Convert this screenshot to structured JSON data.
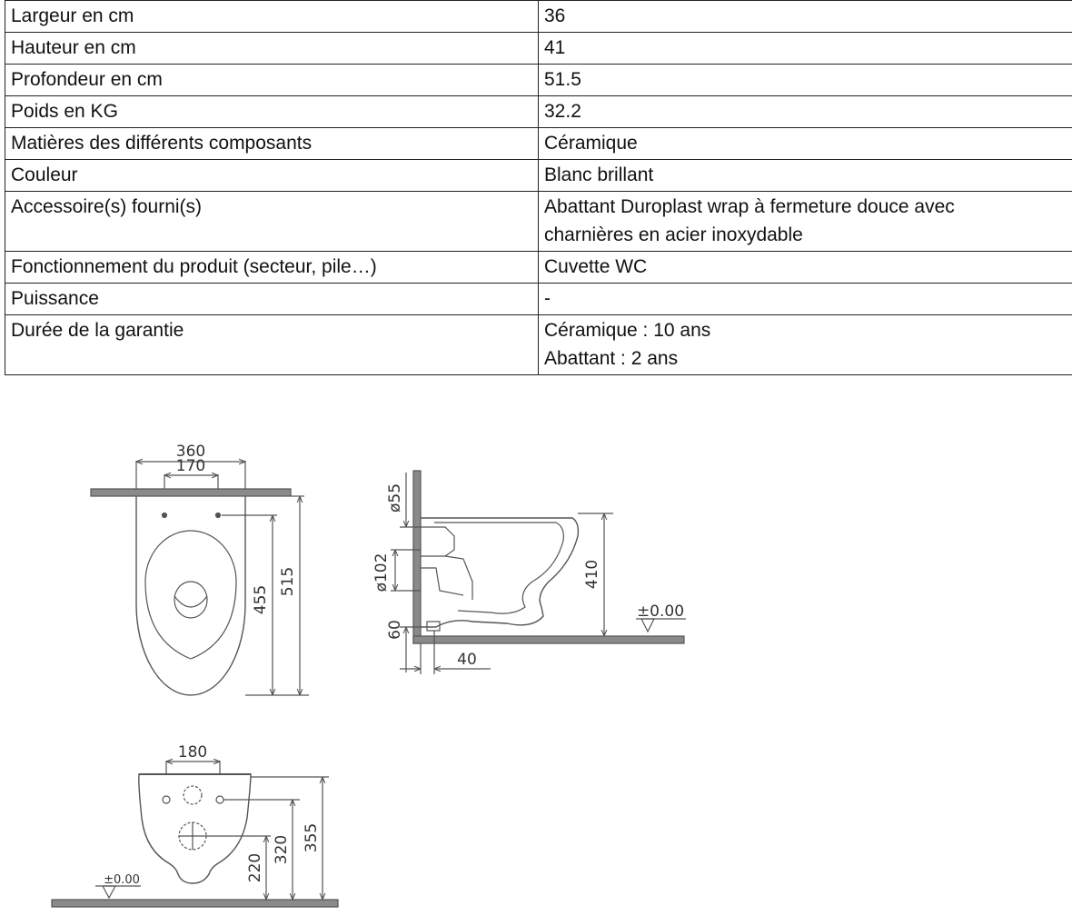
{
  "specs": [
    {
      "label": "Largeur en cm",
      "value": "36"
    },
    {
      "label": "Hauteur en cm",
      "value": "41"
    },
    {
      "label": "Profondeur en cm",
      "value": "51.5"
    },
    {
      "label": "Poids en KG",
      "value": "32.2"
    },
    {
      "label": "Matières des différents composants",
      "value": "Céramique"
    },
    {
      "label": "Couleur",
      "value": "Blanc brillant"
    },
    {
      "label": "Accessoire(s) fourni(s)",
      "value": "Abattant Duroplast wrap à fermeture douce avec\ncharnières en acier inoxydable"
    },
    {
      "label": "Fonctionnement du produit (secteur, pile…)",
      "value": "Cuvette WC"
    },
    {
      "label": "Puissance",
      "value": "-"
    },
    {
      "label": "Durée de la garantie",
      "value": "Céramique : 10 ans\nAbattant : 2 ans"
    }
  ],
  "drawing": {
    "top_view": {
      "overall_width": "360",
      "hole_spacing": "170",
      "inner_depth": "455",
      "overall_depth": "515"
    },
    "side_view": {
      "top_offset": "ø55",
      "outlet_diameter": "ø102",
      "height": "410",
      "floor_level": "±0.00",
      "bottom_offset": "60",
      "wall_offset": "40"
    },
    "front_view": {
      "hole_spacing": "180",
      "floor_level": "±0.00",
      "dim_220": "220",
      "dim_320": "320",
      "dim_355": "355"
    }
  }
}
